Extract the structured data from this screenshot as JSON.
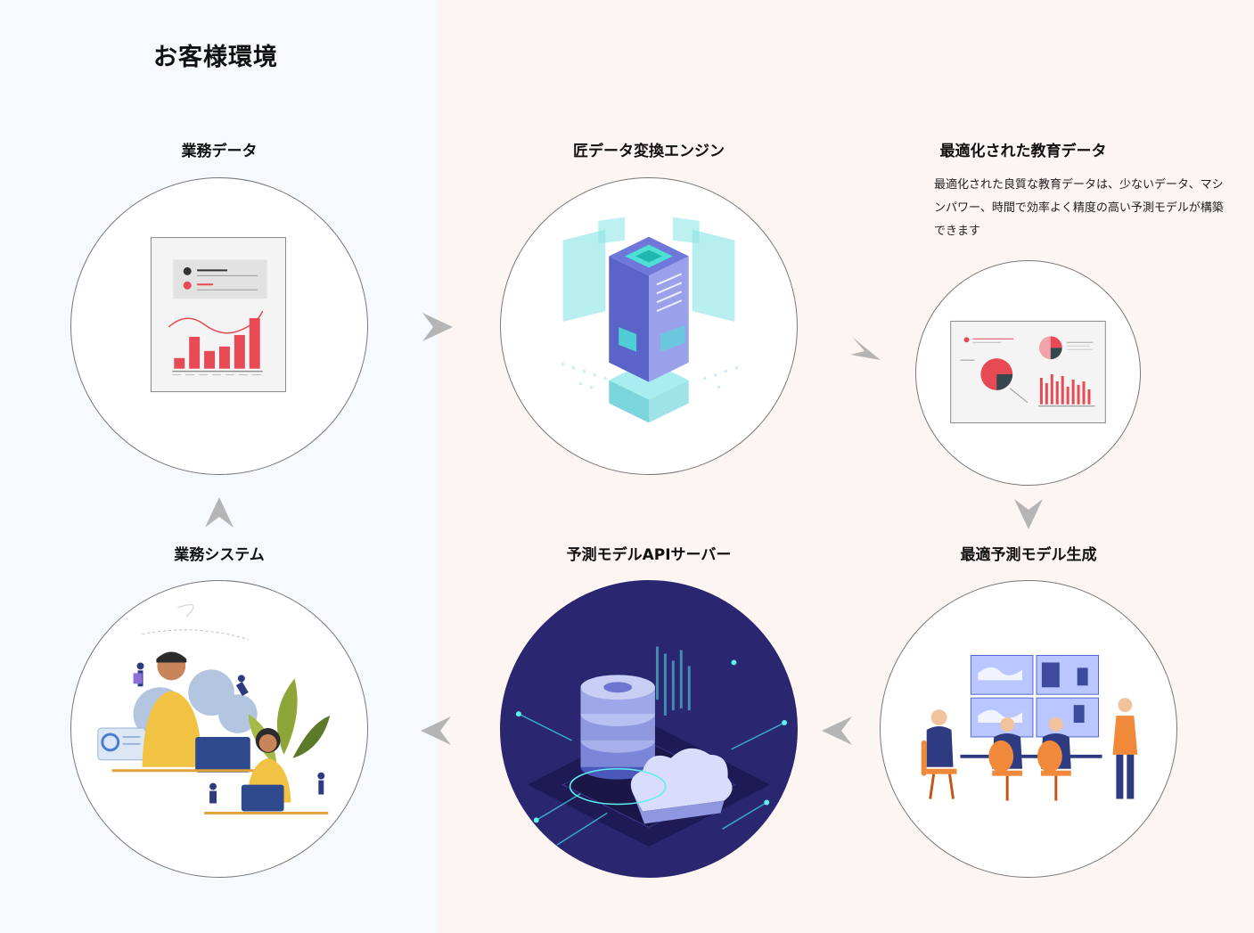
{
  "env_title": "お客様環境",
  "steps": {
    "business_data": "業務データ",
    "engine": "匠データ変換エンジン",
    "optimized_data": "最適化された教育データ",
    "optimized_desc": "最適化された良質な教育データは、少ないデータ、マシンパワー、時間で効率よく精度の高い予測モデルが構築できます",
    "model_gen": "最適予測モデル生成",
    "api_server": "予測モデルAPIサーバー",
    "business_system": "業務システム"
  },
  "colors": {
    "left_bg": "#f6fafe",
    "right_bg": "#fdf5f2",
    "accent_red": "#e84a55",
    "arrow": "#b5b5b5"
  }
}
